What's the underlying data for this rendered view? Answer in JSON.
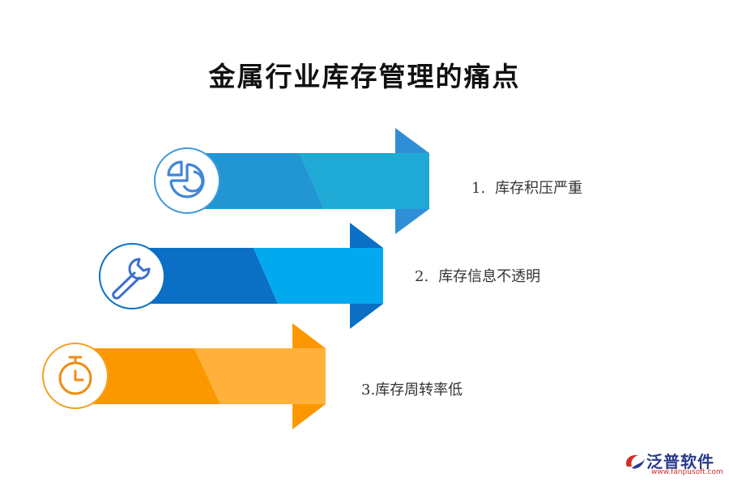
{
  "title": "金属行业库存管理的痛点",
  "items": [
    {
      "number": "1.",
      "label": "库存积压严重",
      "icon": "pie-chart-icon",
      "colors": {
        "dark": "#2196d3",
        "light": "#1eaad4",
        "tip": "#2f8fd6",
        "icon": "#3f86d9"
      }
    },
    {
      "number": "2.",
      "label": "库存信息不透明",
      "icon": "wrench-icon",
      "colors": {
        "dark": "#0a6fc5",
        "light": "#03a9ee",
        "tip": "#0a6fc5",
        "icon": "#3a6fd0"
      }
    },
    {
      "number": "3.",
      "label": "库存周转率低",
      "icon": "stopwatch-icon",
      "colors": {
        "dark": "#fb9800",
        "light": "#ffb13b",
        "tip": "#fb9800",
        "icon": "#f08c10"
      }
    }
  ],
  "logo": {
    "name": "泛普软件",
    "url": "www.fanpusoft.com",
    "icon": "fanpu-logo-icon"
  }
}
